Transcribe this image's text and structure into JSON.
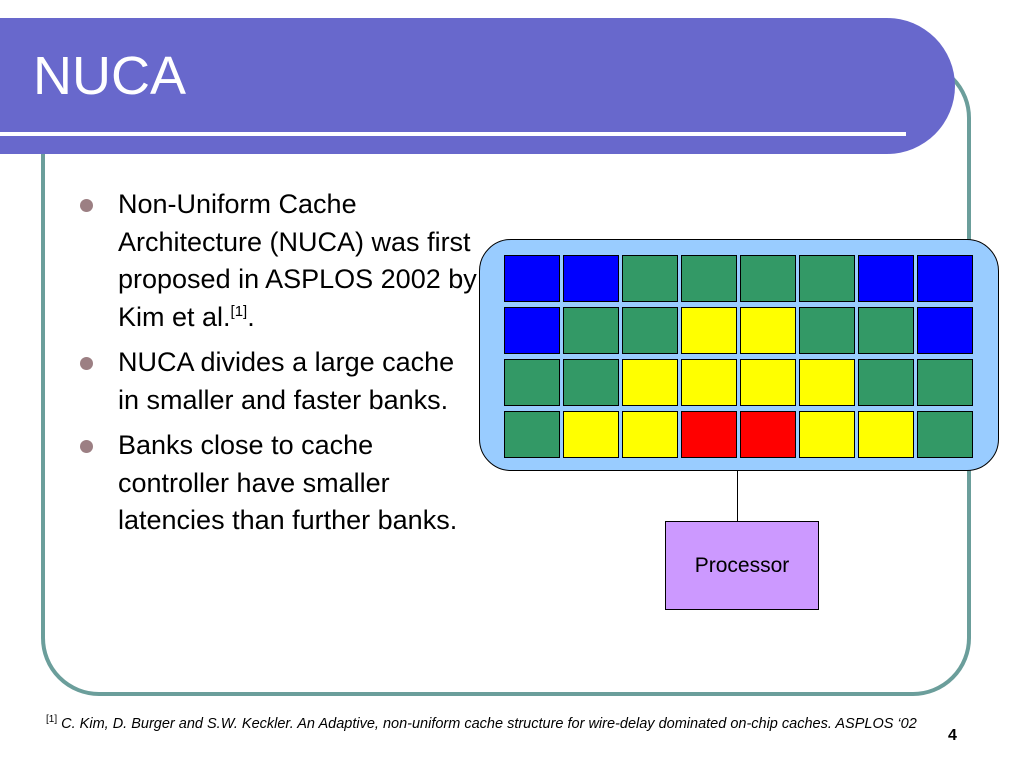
{
  "slide": {
    "title": "NUCA",
    "page_number": "4"
  },
  "bullets": [
    {
      "text": "Non-Uniform Cache Architecture (NUCA) was first proposed in ASPLOS 2002 by Kim et al.",
      "ref": "[1]",
      "after": "."
    },
    {
      "text": "NUCA divides a large cache in smaller and faster banks."
    },
    {
      "text": "Banks close to cache controller have smaller latencies than further banks."
    }
  ],
  "diagram": {
    "colors": {
      "blue": "#0000ff",
      "green": "#339966",
      "yellow": "#ffff00",
      "red": "#ff0000"
    },
    "bank_rows": [
      [
        "blue",
        "blue",
        "green",
        "green",
        "green",
        "green",
        "blue",
        "blue"
      ],
      [
        "blue",
        "green",
        "green",
        "yellow",
        "yellow",
        "green",
        "green",
        "blue"
      ],
      [
        "green",
        "green",
        "yellow",
        "yellow",
        "yellow",
        "yellow",
        "green",
        "green"
      ],
      [
        "green",
        "yellow",
        "yellow",
        "red",
        "red",
        "yellow",
        "yellow",
        "green"
      ]
    ],
    "processor_label": "Processor"
  },
  "footnote": {
    "ref": "[1]",
    "text": " C. Kim, D. Burger and S.W. Keckler. An Adaptive, non-uniform cache structure for wire-delay dominated on-chip caches. ASPLOS ‘02"
  }
}
